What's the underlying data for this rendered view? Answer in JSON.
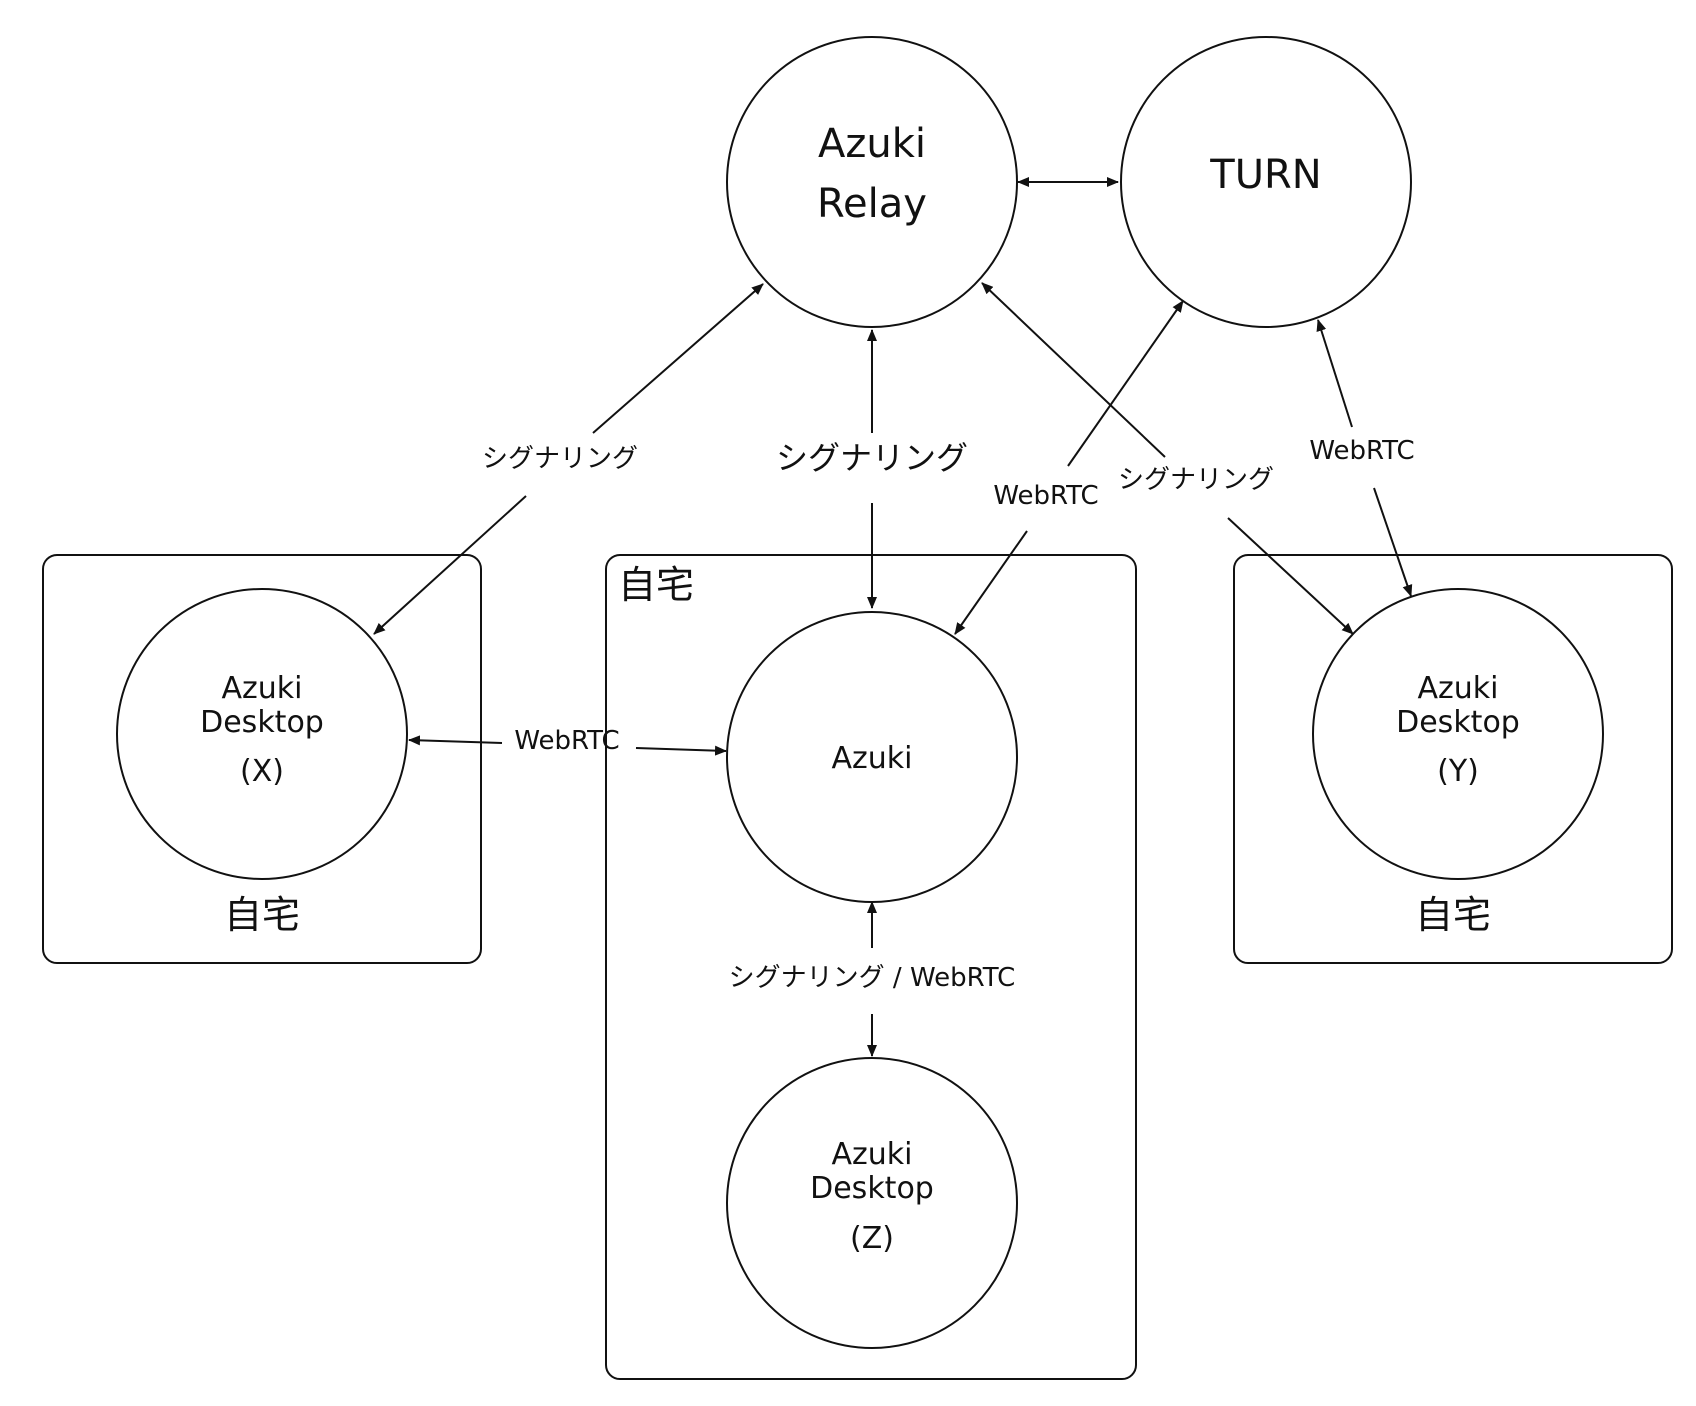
{
  "nodes": {
    "relay": {
      "line1": "Azuki",
      "line2": "Relay"
    },
    "turn": {
      "label": "TURN"
    },
    "desktop_x": {
      "line1": "Azuki",
      "line2": "Desktop",
      "line3": "(X)"
    },
    "azuki": {
      "label": "Azuki"
    },
    "desktop_y": {
      "line1": "Azuki",
      "line2": "Desktop",
      "line3": "(Y)"
    },
    "desktop_z": {
      "line1": "Azuki",
      "line2": "Desktop",
      "line3": "(Z)"
    }
  },
  "boxes": {
    "home_x": {
      "label": "自宅"
    },
    "home_main": {
      "label": "自宅"
    },
    "home_y": {
      "label": "自宅"
    }
  },
  "edges": {
    "x_relay": "シグナリング",
    "azuki_relay": "シグナリング",
    "y_relay": "シグナリング",
    "azuki_turn": "WebRTC",
    "y_turn": "WebRTC",
    "x_azuki": "WebRTC",
    "azuki_z": "シグナリング / WebRTC"
  }
}
